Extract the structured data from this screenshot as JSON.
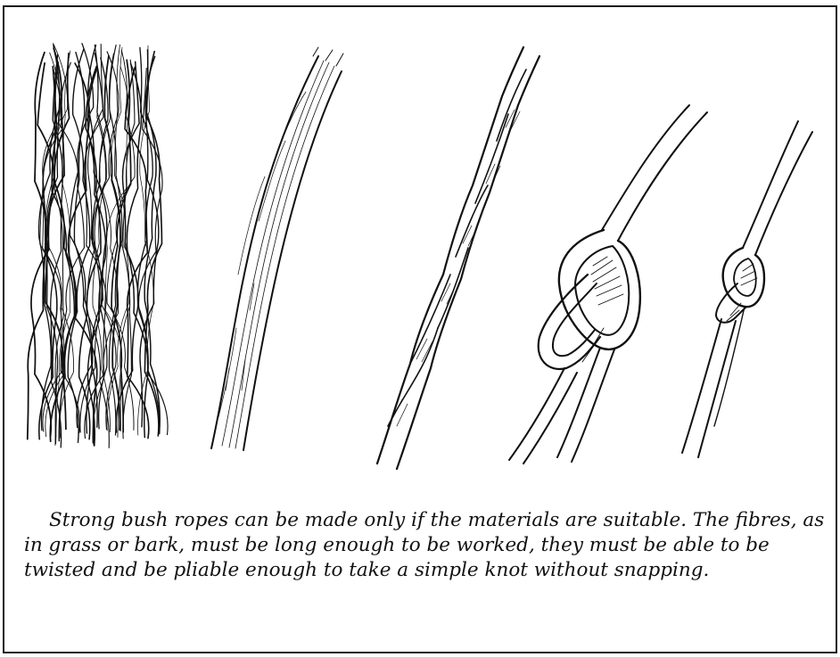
{
  "caption": "Strong bush ropes can be made only if the materials are suitable. The fibres, as in grass or bark, must be long enough to be worked, they must be able to be twisted and be pliable enough to take a simple knot without snapping.",
  "colors": {
    "ink": "#111111",
    "paper": "#ffffff",
    "border": "#1a1a1a"
  },
  "illustration": {
    "panels": [
      "loose-fibres",
      "single-strand",
      "twisted-rope",
      "large-knot",
      "small-knot"
    ]
  }
}
